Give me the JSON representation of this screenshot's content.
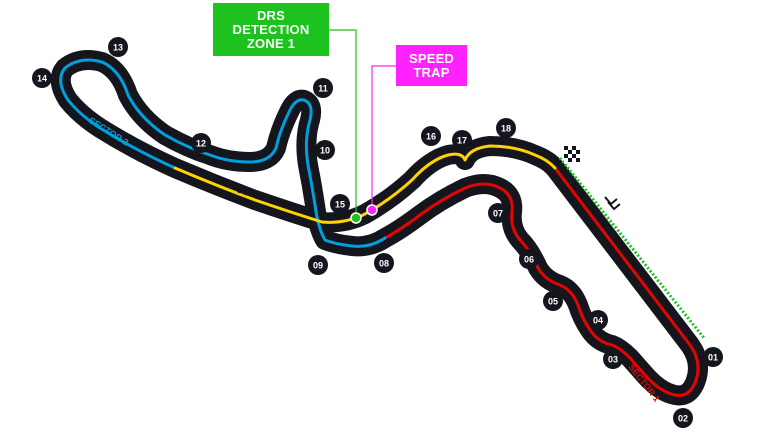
{
  "callouts": {
    "drs_detection": {
      "line1": "DRS",
      "line2": "DETECTION",
      "line3": "ZONE 1"
    },
    "speed_trap": {
      "line1": "SPEED",
      "line2": "TRAP"
    }
  },
  "sectors": [
    {
      "label": "SECTOR 1",
      "color": "#e10600"
    },
    {
      "label": "SECTOR 2",
      "color": "#00a0dd"
    },
    {
      "label": "SECTOR 3",
      "color": "#ffd200"
    }
  ],
  "corners": [
    "01",
    "02",
    "03",
    "04",
    "05",
    "06",
    "07",
    "08",
    "09",
    "10",
    "11",
    "12",
    "13",
    "14",
    "15",
    "16",
    "17",
    "18"
  ],
  "colors": {
    "track": "#15151e",
    "drs_green": "#1ec21e",
    "speed_magenta": "#ff22ff",
    "corner_badge": "#15151e"
  },
  "icons": [
    "chequered-flag-icon",
    "drs-chevron-icon"
  ]
}
